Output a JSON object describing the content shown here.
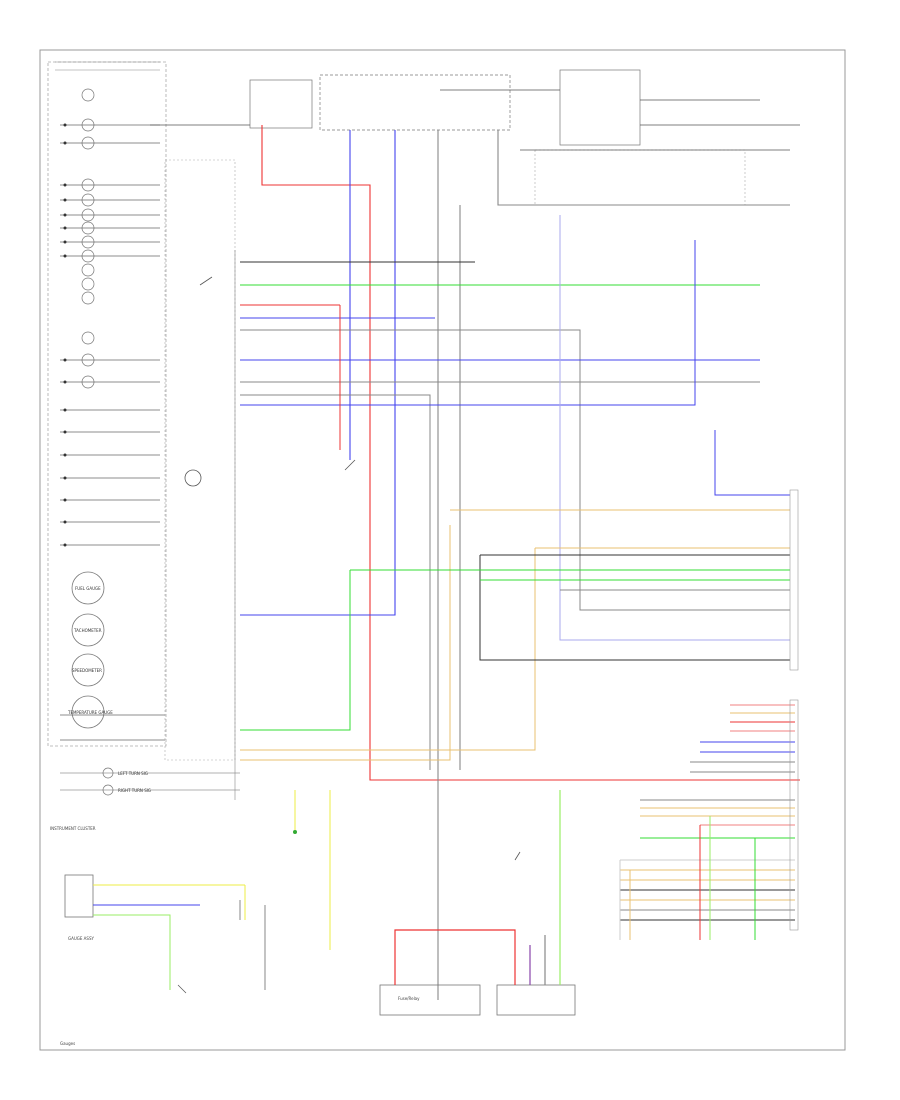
{
  "diagram": {
    "colors": {
      "red": "#ee3333",
      "blue": "#4444ee",
      "green": "#33dd33",
      "yellow": "#eeee44",
      "orange": "#e8c070",
      "pink": "#f08080",
      "gray": "#888888",
      "black": "#222222",
      "white": "#cccccc",
      "lightgreen": "#99ee66",
      "purple": "#8844aa"
    },
    "labels": {
      "indicators": [
        "FUEL GAUGE",
        "TACHOMETER",
        "SPEEDOMETER",
        "TEMPERATURE GAUGE"
      ],
      "turn_signals": [
        "LEFT TURN SIG",
        "RIGHT TURN SIG"
      ],
      "connector_label": "GAUGE ASSY",
      "bottom_left_corner": "Gauges",
      "fuse_block": "Fuse/Relay",
      "gauge_assy_box": "INSTRUMENT CLUSTER"
    }
  }
}
